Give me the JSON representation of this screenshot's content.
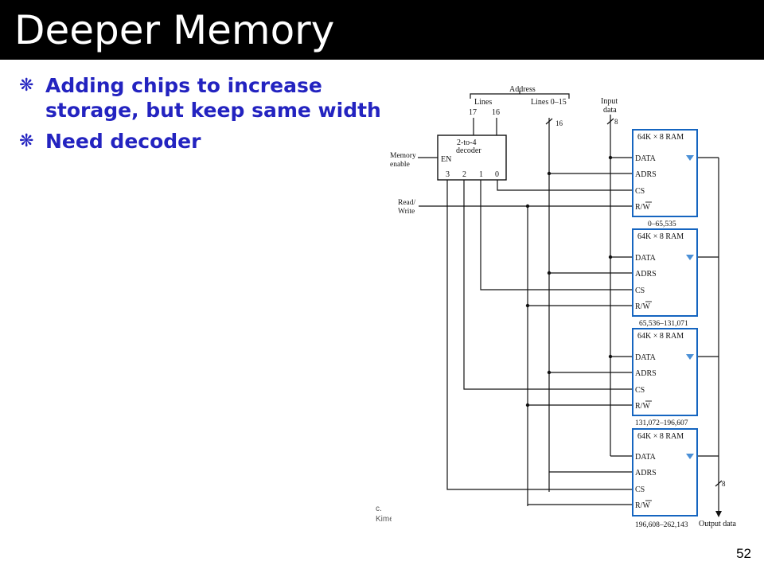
{
  "slide": {
    "title": "Deeper Memory",
    "bullets": [
      "Adding chips to increase storage, but keep same width",
      "Need decoder"
    ],
    "bullet_icon": "asterisk-bullet-icon",
    "page_number": "52",
    "credit_fragment": [
      "c.",
      "Kime"
    ]
  },
  "diagram": {
    "address_label": "Address",
    "lines_label": "Lines",
    "lines_low_label": "Lines 0–15",
    "line_17": "17",
    "line_16": "16",
    "bus_width_16": "16",
    "input_data_label_1": "Input",
    "input_data_label_2": "data",
    "bus_width_8": "8",
    "decoder_label_1": "2-to-4",
    "decoder_label_2": "decoder",
    "decoder_enable": "EN",
    "decoder_outputs": [
      "3",
      "2",
      "1",
      "0"
    ],
    "memory_enable_1": "Memory",
    "memory_enable_2": "enable",
    "read_write_1": "Read/",
    "read_write_2": "Write",
    "output_data_label": "Output data",
    "output_bus_width": "8",
    "chips": [
      {
        "title": "64K × 8 RAM",
        "range": "0–65,535"
      },
      {
        "title": "64K × 8 RAM",
        "range": "65,536–131,071"
      },
      {
        "title": "64K × 8 RAM",
        "range": "131,072–196,607"
      },
      {
        "title": "64K × 8 RAM",
        "range": "196,608–262,143"
      }
    ],
    "chip_pins": {
      "data": "DATA",
      "adrs": "ADRS",
      "cs": "CS",
      "rw": "R/W"
    },
    "colors": {
      "chip_border": "#1565c0",
      "wire": "#111111",
      "bullet": "#2323c0"
    }
  }
}
